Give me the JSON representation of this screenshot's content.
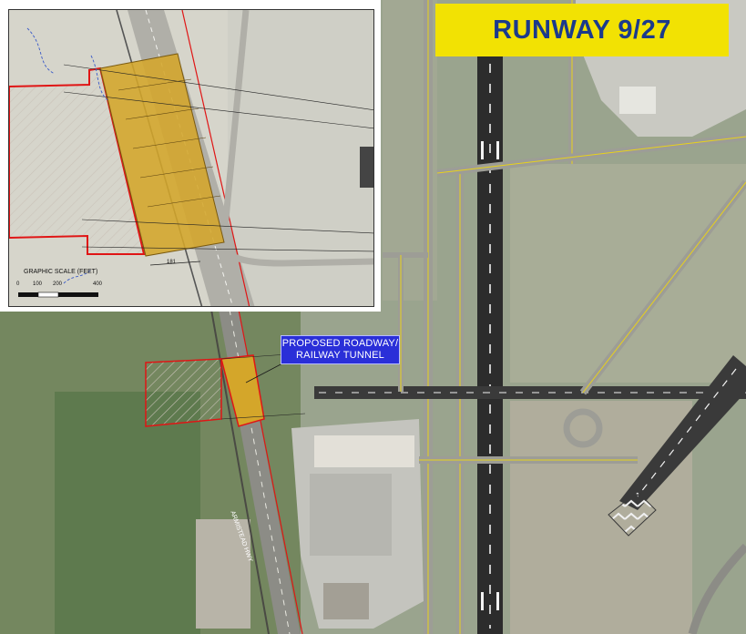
{
  "title": "RUNWAY 9/27",
  "callout": {
    "line1": "PROPOSED ROADWAY/",
    "line2": "RAILWAY TUNNEL"
  },
  "inset": {
    "scale_title": "GRAPHIC SCALE (FEET)",
    "scale_ticks": [
      "0",
      "100",
      "200",
      "400"
    ],
    "dimension_label": "181"
  },
  "road_label": "ARMISTEAD HWY",
  "colors": {
    "banner_bg": "#f2e203",
    "banner_text": "#1b3a8c",
    "callout_bg": "#2a2fd8",
    "tunnel_fill": "#d4a62a",
    "boundary_red": "#e01515",
    "taxiway_yellow": "#e8d21a",
    "runway": "#2c2c2c"
  }
}
